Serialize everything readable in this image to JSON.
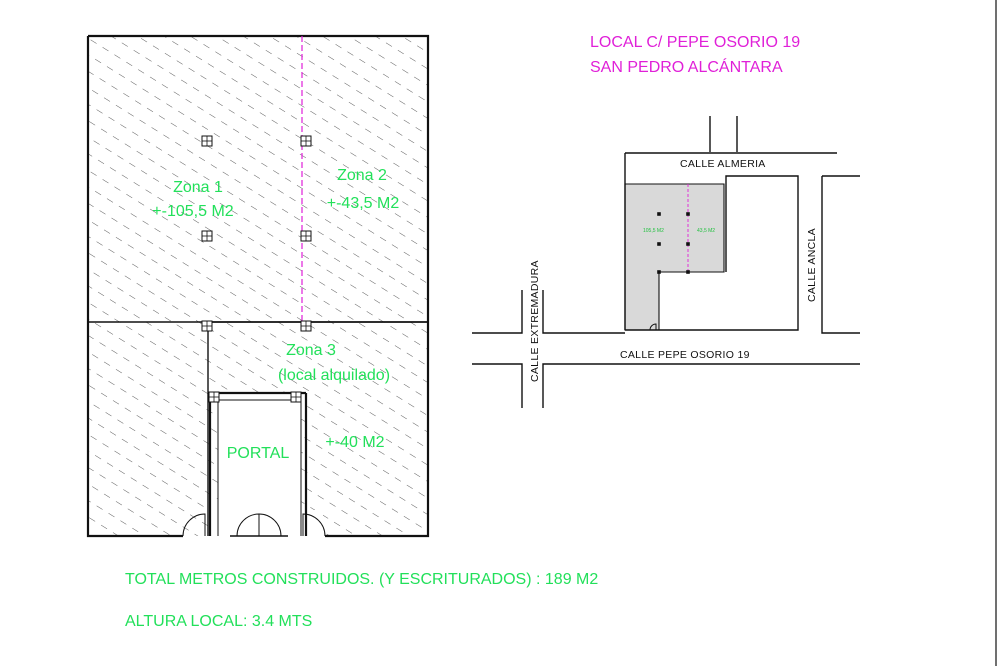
{
  "title": {
    "line1": "LOCAL C/ PEPE OSORIO 19",
    "line2": "SAN PEDRO ALCÁNTARA"
  },
  "zones": {
    "zona1": {
      "label": "Zona 1",
      "area": "+-105,5  M2"
    },
    "zona2": {
      "label": "Zona 2",
      "area": "+-43,5  M2"
    },
    "zona3": {
      "label": "Zona 3",
      "sublabel": "(local alquilado)",
      "area": "+-40  M2"
    },
    "portal": {
      "label": "PORTAL"
    }
  },
  "site_map": {
    "streets": {
      "almeria": "CALLE ALMERIA",
      "ancla": "CALLE ANCLA",
      "extremadura": "CALLE EXTREMADURA",
      "pepe_osorio": "CALLE PEPE OSORIO 19"
    },
    "mini_area_1": "105,5 M2",
    "mini_area_2": "43,5 M2"
  },
  "footer": {
    "total": "TOTAL METROS CONSTRUIDOS. (Y ESCRITURADOS) :  189 M2",
    "altura": "ALTURA LOCAL: 3.4 MTS"
  },
  "colors": {
    "green_text": "#22e05a",
    "magenta_text": "#e020d8",
    "site_fill": "#d9d9d9"
  }
}
